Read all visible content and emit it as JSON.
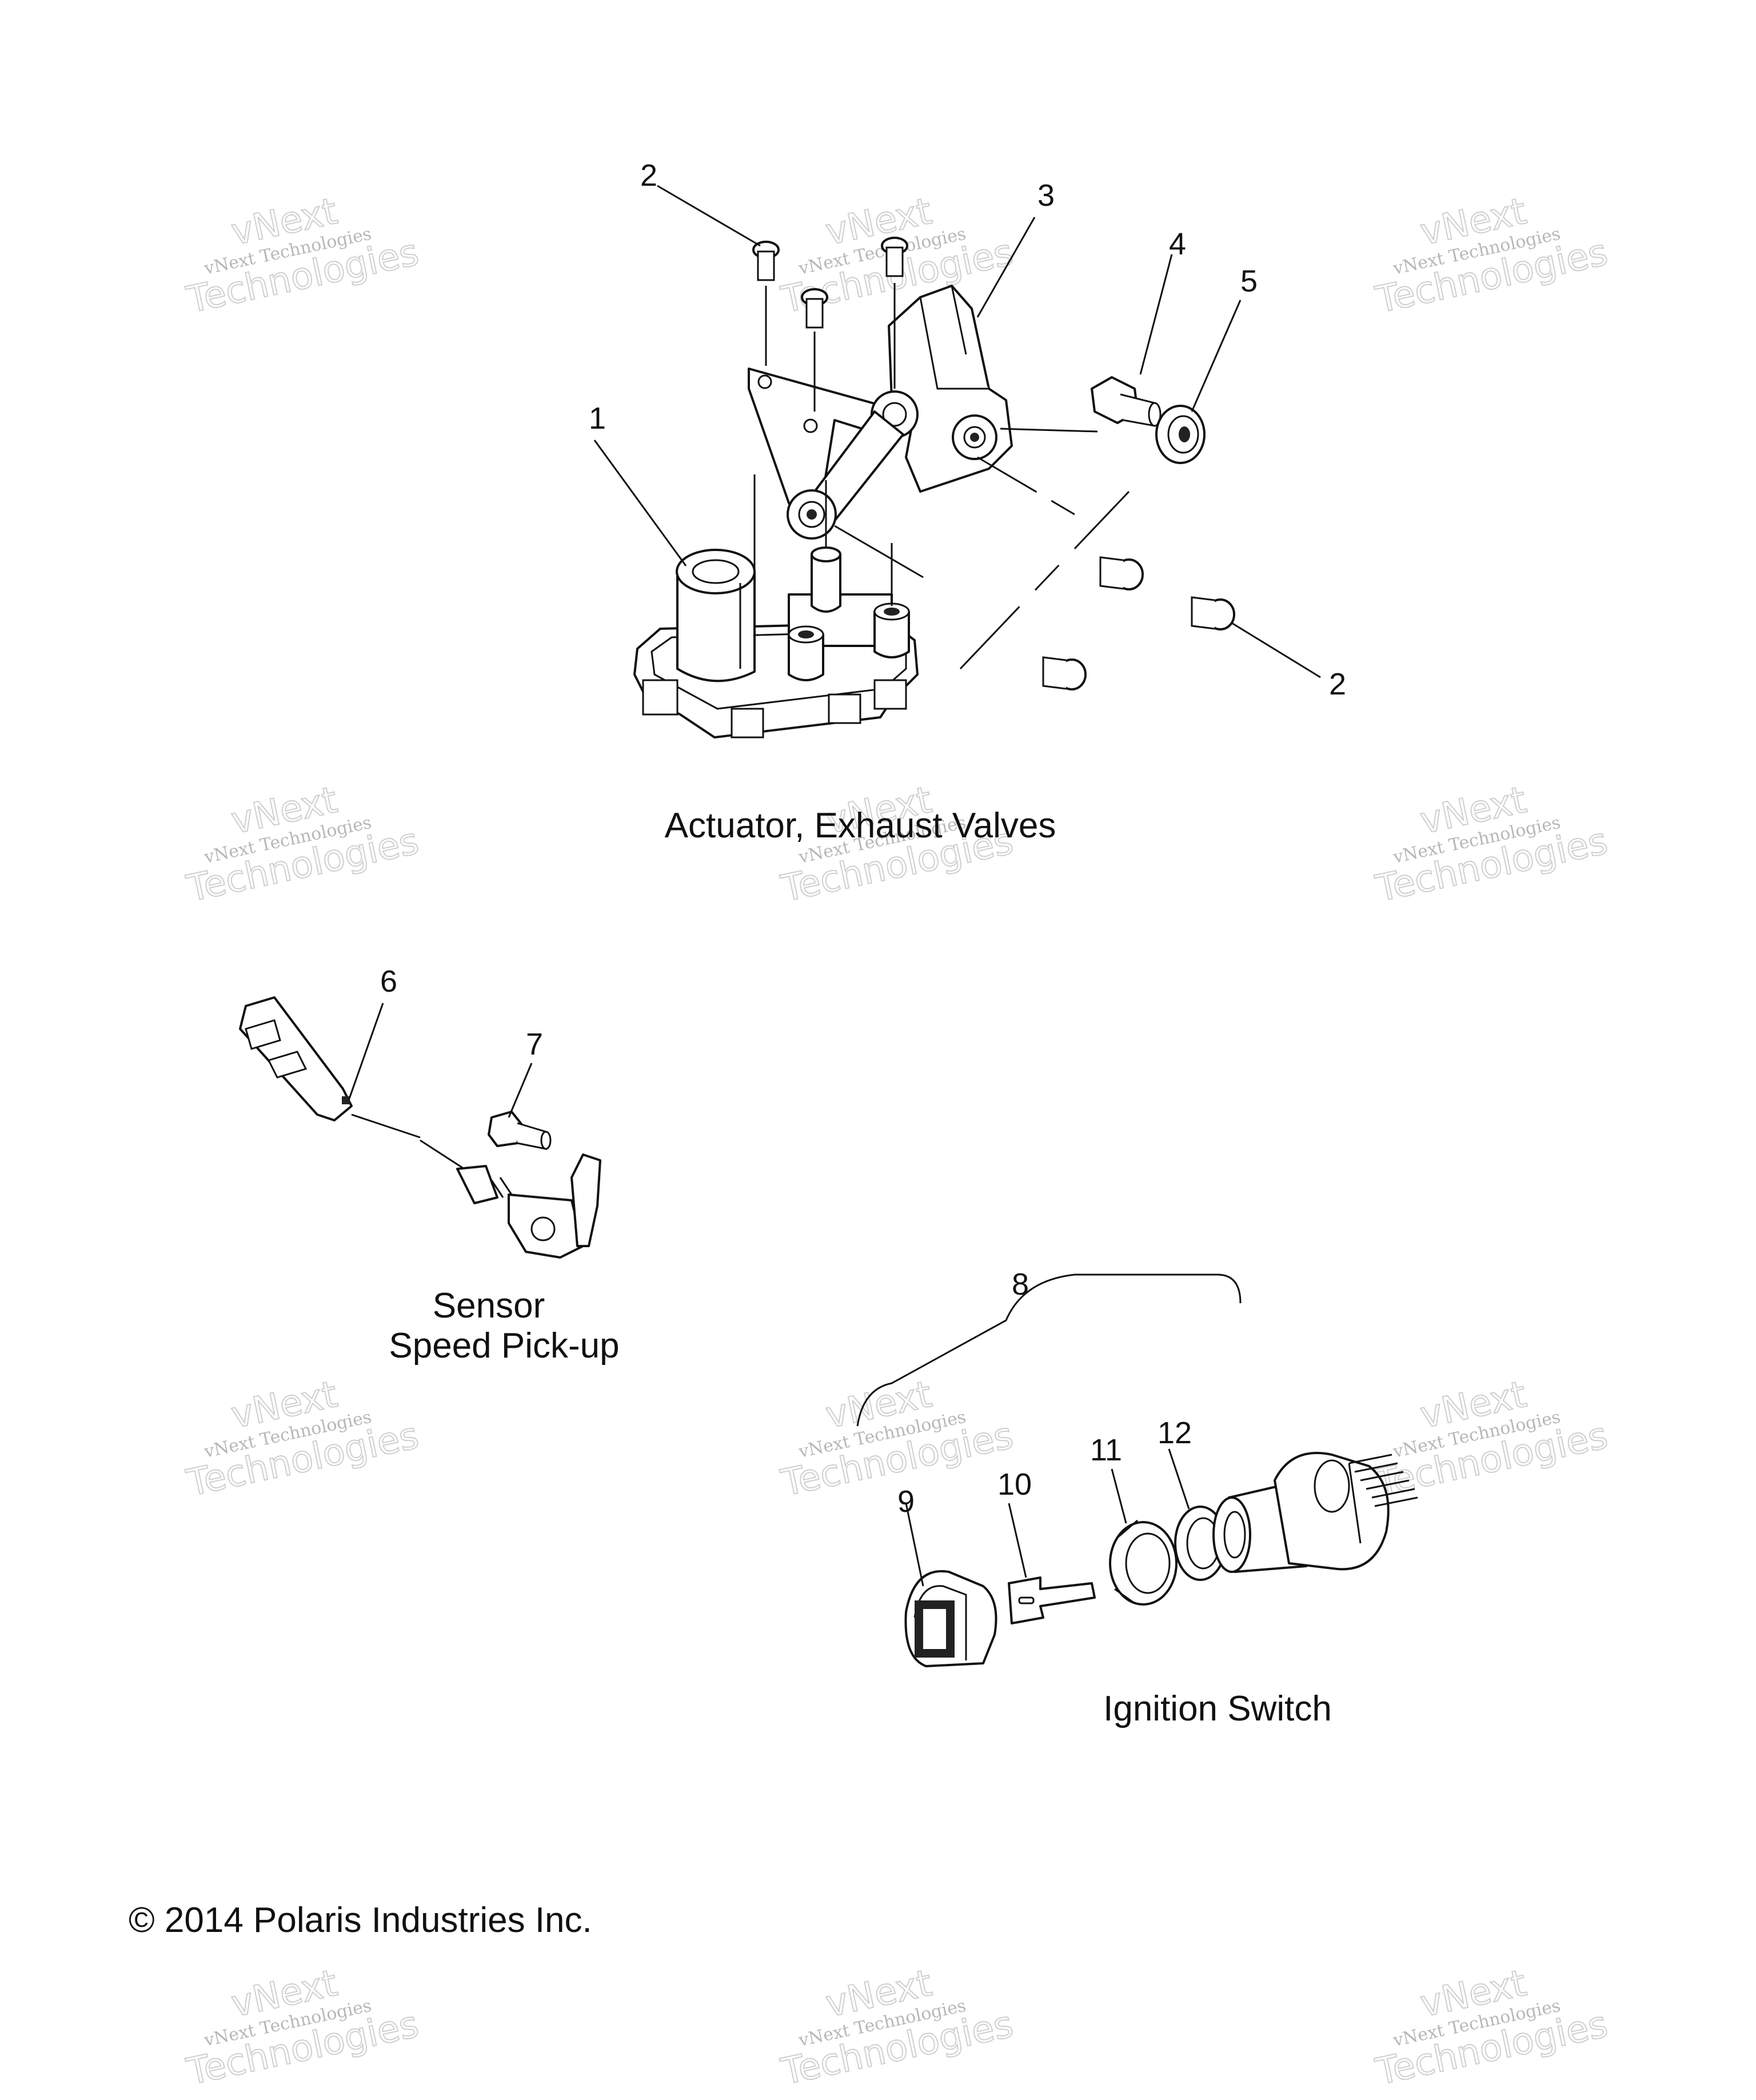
{
  "captions": {
    "actuator": "Actuator, Exhaust Valves",
    "sensor_line1": "Sensor",
    "sensor_line2": "Speed Pick-up",
    "ignition": "Ignition Switch"
  },
  "copyright": "© 2014 Polaris Industries Inc.",
  "callouts": {
    "c1": "1",
    "c2a": "2",
    "c2b": "2",
    "c3": "3",
    "c4": "4",
    "c5": "5",
    "c6": "6",
    "c7": "7",
    "c8": "8",
    "c9": "9",
    "c10": "10",
    "c11": "11",
    "c12": "12"
  },
  "watermark": {
    "line1": "vNext Technologies",
    "line2": "Technologies",
    "line3": "vNext"
  },
  "colors": {
    "ink": "#111111",
    "background": "#ffffff"
  }
}
